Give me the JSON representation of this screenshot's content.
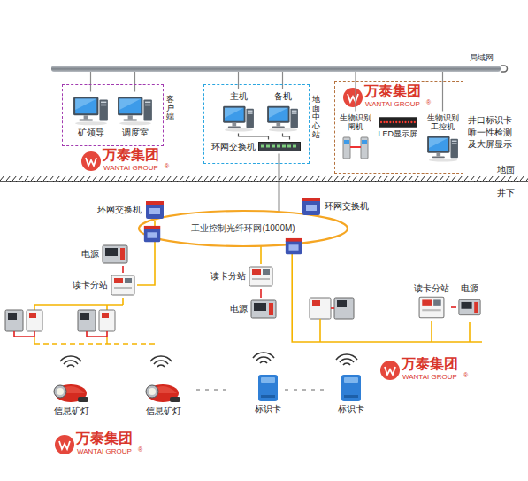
{
  "diagram": {
    "nodes": [
      {
        "text": [
          "局域网"
        ]
      },
      {
        "text": [
          "客户端"
        ]
      },
      {
        "text": [
          "矿领导"
        ],
        "in": 1
      },
      {
        "text": [
          "调度室"
        ],
        "in": 1
      },
      {
        "text": [
          "地面中心站"
        ]
      },
      {
        "text": [
          "主机"
        ],
        "in": 4
      },
      {
        "text": [
          "备机"
        ],
        "in": 4
      },
      {
        "text": [
          "环网交换机"
        ],
        "in": 4
      },
      {
        "text": [
          "井口标识卡唯一性检测及大屏显示"
        ]
      },
      {
        "text": [
          "生物识别闸机"
        ],
        "in": 8
      },
      {
        "text": [
          "LED显示屏"
        ],
        "in": 8
      },
      {
        "text": [
          "生物识别工控机"
        ],
        "in": 8
      },
      {
        "text": [
          "工业控制光纤环网(1000M)"
        ]
      },
      {
        "text": [
          "环网交换机"
        ]
      },
      {
        "text": [
          "环网交换机"
        ]
      },
      {
        "text": [
          "电源"
        ]
      },
      {
        "text": [
          "读卡分站"
        ]
      },
      {
        "text": [
          "读卡分站"
        ]
      },
      {
        "text": [
          "电源"
        ]
      },
      {
        "text": [
          "读卡分站"
        ]
      },
      {
        "text": [
          "电源"
        ]
      },
      {
        "text": [
          "信息矿灯"
        ]
      },
      {
        "text": [
          "信息矿灯"
        ]
      },
      {
        "text": [
          "标识卡"
        ]
      },
      {
        "text": [
          "标识卡"
        ]
      }
    ],
    "edges": [
      {
        "from": 0,
        "to": 2,
        "arrow": "none"
      },
      {
        "from": 0,
        "to": 3,
        "arrow": "none"
      },
      {
        "from": 0,
        "to": 5,
        "arrow": "none"
      },
      {
        "from": 0,
        "to": 6,
        "arrow": "none"
      },
      {
        "from": 0,
        "to": 9,
        "arrow": "none"
      },
      {
        "from": 0,
        "to": 11,
        "arrow": "none"
      },
      {
        "from": 5,
        "to": 7,
        "arrow": "none"
      },
      {
        "from": 6,
        "to": 7,
        "arrow": "none"
      },
      {
        "from": 7,
        "to": 12,
        "arrow": "none"
      },
      {
        "from": 13,
        "to": 16,
        "arrow": "none"
      },
      {
        "from": 15,
        "to": 16,
        "arrow": "none"
      },
      {
        "from": 12,
        "to": 17,
        "arrow": "none"
      },
      {
        "from": 18,
        "to": 17,
        "arrow": "none"
      },
      {
        "from": 12,
        "to": 19,
        "arrow": "none"
      },
      {
        "from": 20,
        "to": 19,
        "arrow": "none"
      }
    ],
    "labels": [
      "地面",
      "井下",
      "万泰集团",
      "WANTAI GROUP",
      "®",
      "万泰集团",
      "WANTAI GROUP",
      "®",
      "万泰集团",
      "WANTAI GROUP",
      "®",
      "万泰集团",
      "WANTAI GROUP",
      "®"
    ]
  }
}
